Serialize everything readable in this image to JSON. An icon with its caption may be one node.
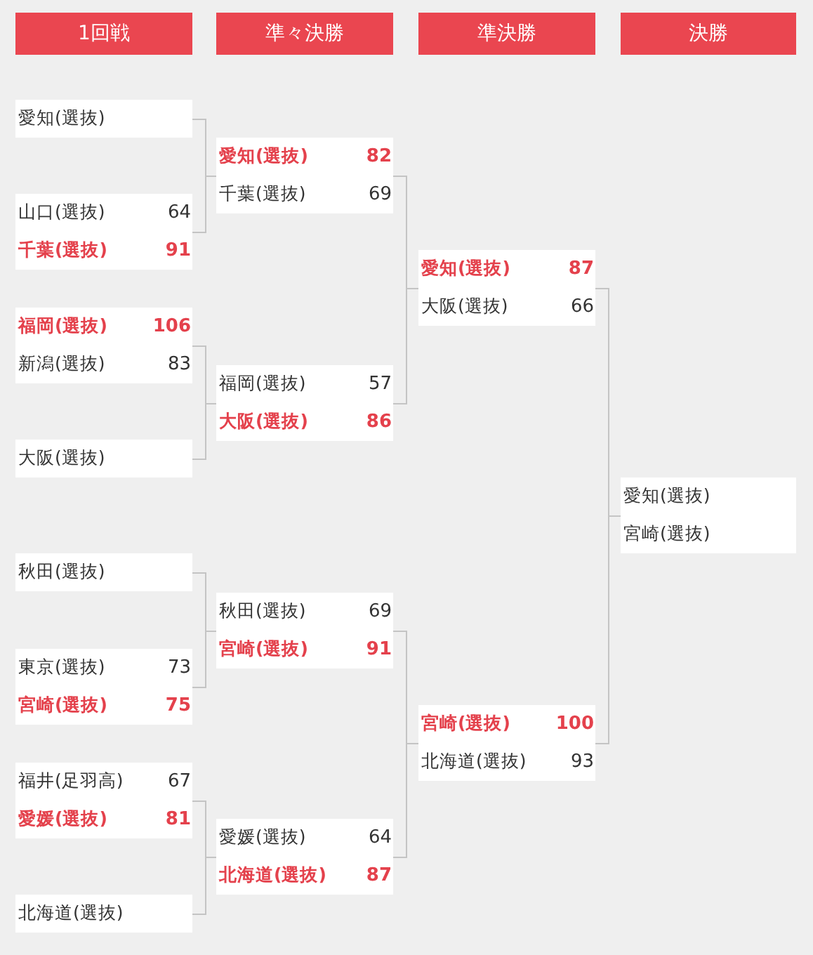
{
  "diagram": {
    "nodes": [
      {
        "text": [
          "1回戦"
        ]
      },
      {
        "text": [
          "準々決勝"
        ]
      },
      {
        "text": [
          "準決勝"
        ]
      },
      {
        "text": [
          "決勝"
        ]
      },
      {
        "text": [
          "愛知(選抜)"
        ]
      },
      {
        "text": [
          "山口(選抜)",
          "64",
          "千葉(選抜)",
          "91"
        ]
      },
      {
        "text": [
          "福岡(選抜)",
          "106",
          "新潟(選抜)",
          "83"
        ]
      },
      {
        "text": [
          "大阪(選抜)"
        ]
      },
      {
        "text": [
          "秋田(選抜)"
        ]
      },
      {
        "text": [
          "東京(選抜)",
          "73",
          "宮崎(選抜)",
          "75"
        ]
      },
      {
        "text": [
          "福井(足羽高)",
          "67",
          "愛媛(選抜)",
          "81"
        ]
      },
      {
        "text": [
          "北海道(選抜)"
        ]
      },
      {
        "text": [
          "愛知(選抜)",
          "82",
          "千葉(選抜)",
          "69"
        ]
      },
      {
        "text": [
          "福岡(選抜)",
          "57",
          "大阪(選抜)",
          "86"
        ]
      },
      {
        "text": [
          "秋田(選抜)",
          "69",
          "宮崎(選抜)",
          "91"
        ]
      },
      {
        "text": [
          "愛媛(選抜)",
          "64",
          "北海道(選抜)",
          "87"
        ]
      },
      {
        "text": [
          "愛知(選抜)",
          "87",
          "大阪(選抜)",
          "66"
        ]
      },
      {
        "text": [
          "宮崎(選抜)",
          "100",
          "北海道(選抜)",
          "93"
        ]
      },
      {
        "text": [
          "愛知(選抜)",
          "宮崎(選抜)"
        ]
      }
    ],
    "edges": [
      {
        "from": 4,
        "to": 12,
        "arrow": "none"
      },
      {
        "from": 5,
        "to": 12,
        "arrow": "none"
      },
      {
        "from": 6,
        "to": 13,
        "arrow": "none"
      },
      {
        "from": 7,
        "to": 13,
        "arrow": "none"
      },
      {
        "from": 8,
        "to": 14,
        "arrow": "none"
      },
      {
        "from": 9,
        "to": 14,
        "arrow": "none"
      },
      {
        "from": 10,
        "to": 15,
        "arrow": "none"
      },
      {
        "from": 11,
        "to": 15,
        "arrow": "none"
      },
      {
        "from": 12,
        "to": 16,
        "arrow": "none"
      },
      {
        "from": 13,
        "to": 16,
        "arrow": "none"
      },
      {
        "from": 14,
        "to": 17,
        "arrow": "none"
      },
      {
        "from": 15,
        "to": 17,
        "arrow": "none"
      },
      {
        "from": 16,
        "to": 18,
        "arrow": "none"
      },
      {
        "from": 17,
        "to": 18,
        "arrow": "none"
      }
    ]
  }
}
